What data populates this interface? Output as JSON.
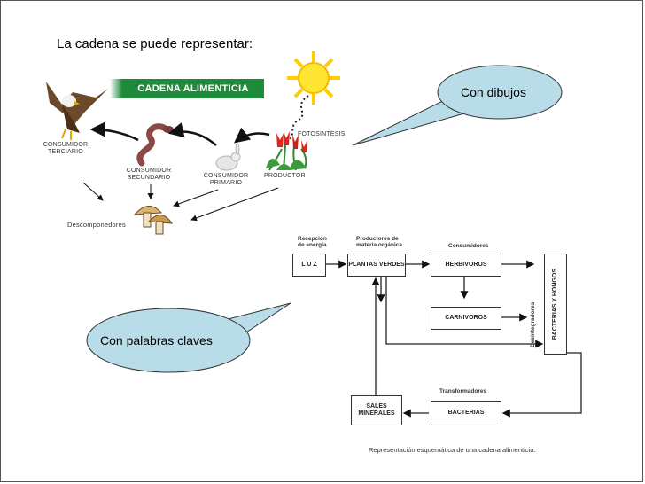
{
  "slide": {
    "heading": "La cadena se puede representar:",
    "food_chain_title": "CADENA ALIMENTICIA"
  },
  "drawing": {
    "photosynthesis": "FOTOSINTESIS",
    "tertiary_line1": "CONSUMIDOR",
    "tertiary_line2": "TERCIARIO",
    "secondary_line1": "CONSUMIDOR",
    "secondary_line2": "SECUNDARIO",
    "primary_line1": "CONSUMIDOR",
    "primary_line2": "PRIMARIO",
    "producer": "PRODUCTOR",
    "decomposers": "Descomponedores"
  },
  "callouts": {
    "drawings": "Con dibujos",
    "keywords": "Con palabras claves"
  },
  "scheme": {
    "energy_line1": "Recepción",
    "energy_line2": "de energía",
    "producers_line1": "Productores de",
    "producers_line2": "materia orgánica",
    "consumers": "Consumidores",
    "light": "L U Z",
    "green_plants": "PLANTAS VERDES",
    "herbivores": "HERBIVOROS",
    "carnivores": "CARNIVOROS",
    "disintegrators": "Desintegradores",
    "bacteria_fungi": "BACTERIAS Y HONGOS",
    "transformers": "Transformadores",
    "bacteria": "BACTERIAS",
    "salts_line1": "SALES",
    "salts_line2": "MINERALES",
    "caption": "Representación esquemática de una cadena alimenticia."
  },
  "colors": {
    "bubble_fill": "#b8dde8",
    "banner_green": "#1e8b3a",
    "sun_yellow": "#ffe633",
    "tulip_red": "#e0261c"
  }
}
